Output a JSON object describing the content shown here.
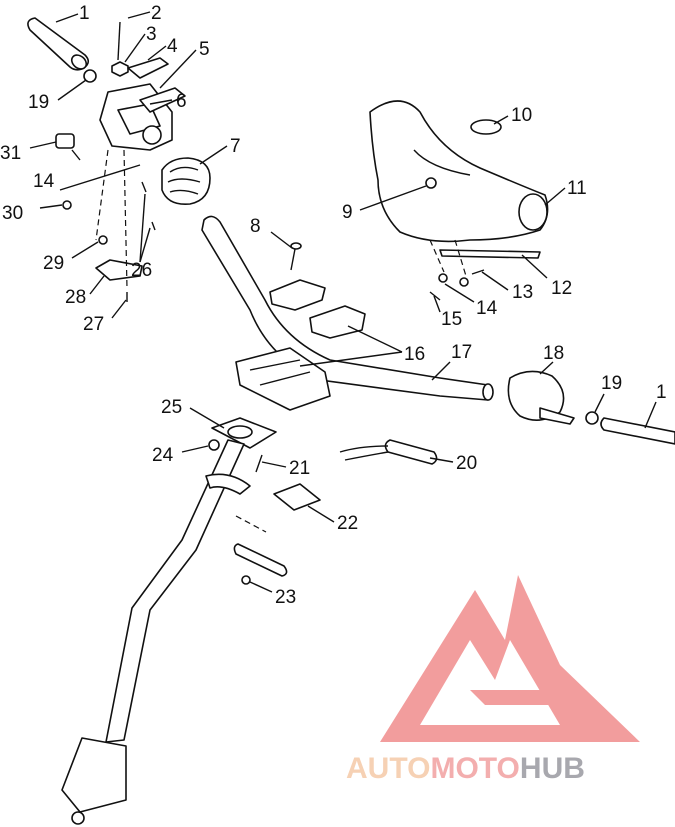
{
  "callouts": [
    {
      "id": "c1a",
      "text": "1"
    },
    {
      "id": "c2",
      "text": "2"
    },
    {
      "id": "c3",
      "text": "3"
    },
    {
      "id": "c4",
      "text": "4"
    },
    {
      "id": "c5",
      "text": "5"
    },
    {
      "id": "c6",
      "text": "6"
    },
    {
      "id": "c7",
      "text": "7"
    },
    {
      "id": "c8",
      "text": "8"
    },
    {
      "id": "c9",
      "text": "9"
    },
    {
      "id": "c10",
      "text": "10"
    },
    {
      "id": "c11",
      "text": "11"
    },
    {
      "id": "c12",
      "text": "12"
    },
    {
      "id": "c13",
      "text": "13"
    },
    {
      "id": "c14a",
      "text": "14"
    },
    {
      "id": "c14b",
      "text": "14"
    },
    {
      "id": "c15",
      "text": "15"
    },
    {
      "id": "c16",
      "text": "16"
    },
    {
      "id": "c17",
      "text": "17"
    },
    {
      "id": "c18",
      "text": "18"
    },
    {
      "id": "c19a",
      "text": "19"
    },
    {
      "id": "c19b",
      "text": "19"
    },
    {
      "id": "c1b",
      "text": "1"
    },
    {
      "id": "c20",
      "text": "20"
    },
    {
      "id": "c21",
      "text": "21"
    },
    {
      "id": "c22",
      "text": "22"
    },
    {
      "id": "c23",
      "text": "23"
    },
    {
      "id": "c24",
      "text": "24"
    },
    {
      "id": "c25",
      "text": "25"
    },
    {
      "id": "c26",
      "text": "26"
    },
    {
      "id": "c27",
      "text": "27"
    },
    {
      "id": "c28",
      "text": "28"
    },
    {
      "id": "c29",
      "text": "29"
    },
    {
      "id": "c30",
      "text": "30"
    },
    {
      "id": "c31",
      "text": "31"
    }
  ],
  "watermark": {
    "part1": "AUTO",
    "part2": "MOTO",
    "part3": "HUB",
    "color_light": "#f5c9a8",
    "color_mid": "#f2a0a0",
    "color_dark": "#9a9aa0",
    "triangle_color": "#f08c8c"
  }
}
